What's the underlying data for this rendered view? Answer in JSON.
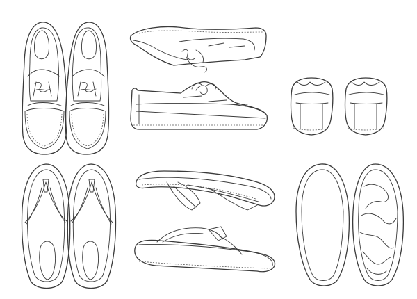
{
  "colors": {
    "background": "#ffffff",
    "line": "#3a3a3a"
  },
  "groups": [
    {
      "id": "boat-shoes-top",
      "icon": "boat-shoe-top-icon"
    },
    {
      "id": "boat-shoes-side",
      "icon": "boat-shoe-side-icon"
    },
    {
      "id": "boat-shoes-back",
      "icon": "boat-shoe-back-icon"
    },
    {
      "id": "flip-flops-top",
      "icon": "flip-flop-top-icon"
    },
    {
      "id": "flip-flops-side",
      "icon": "flip-flop-side-icon"
    },
    {
      "id": "flip-flops-sole",
      "icon": "flip-flop-sole-icon"
    }
  ]
}
